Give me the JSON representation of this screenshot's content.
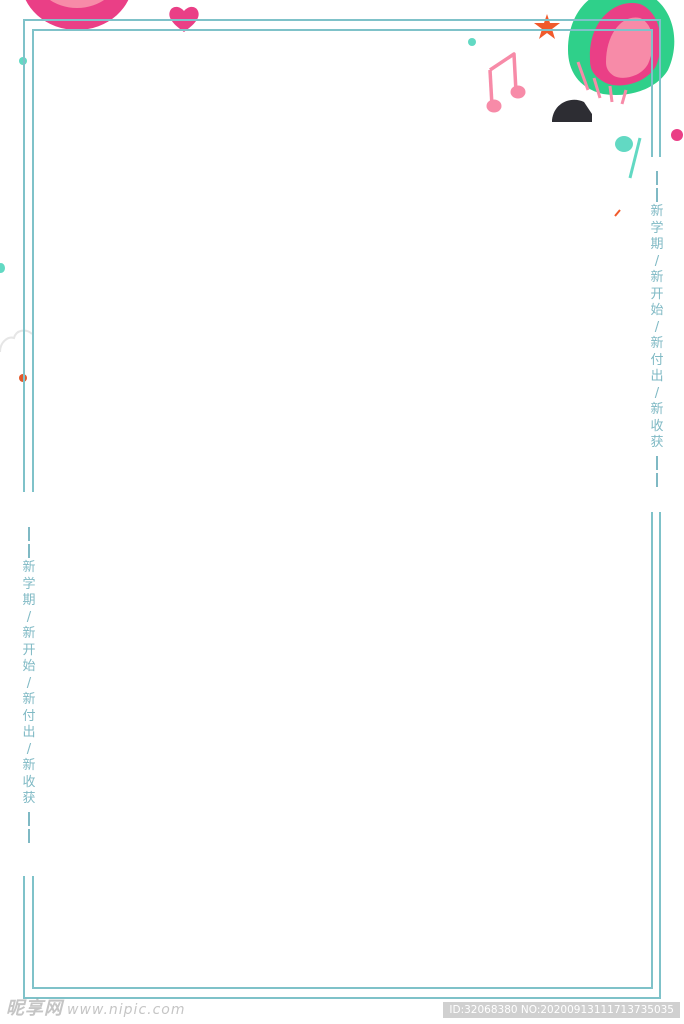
{
  "colors": {
    "frame": "#7fc2c9",
    "text": "#7fb9c4",
    "pink": "#ea3f86",
    "pink_light": "#f78ba8",
    "green": "#2fd08a",
    "mint": "#62d9c3",
    "orange": "#f15a2b",
    "dark": "#2d2d33"
  },
  "side_text": {
    "right": [
      "新",
      "学",
      "期",
      "/",
      "新",
      "开",
      "始",
      "/",
      "新",
      "付",
      "出",
      "/",
      "新",
      "收",
      "获"
    ],
    "left": [
      "新",
      "学",
      "期",
      "/",
      "新",
      "开",
      "始",
      "/",
      "新",
      "付",
      "出",
      "/",
      "新",
      "收",
      "获"
    ]
  },
  "watermark": {
    "brand": "昵享网",
    "site": "www.nipic.com",
    "id_text": "ID:32068380 NO:20200913111713735035"
  },
  "icons": {
    "balloon_top_left": "hot-air-balloon-icon",
    "balloon_top_right": "hot-air-balloon-icon",
    "music_note": "music-note-icon",
    "heart": "heart-icon",
    "star": "star-icon"
  }
}
